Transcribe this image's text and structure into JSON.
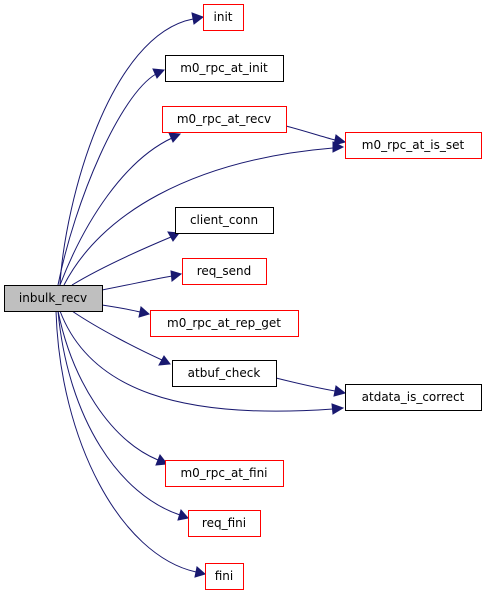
{
  "graph": {
    "root": "inbulk_recv",
    "colors": {
      "edge": "#191970",
      "root_fill": "#bfbfbf",
      "node_fill": "#ffffff",
      "border_black": "#000000",
      "border_red": "#ff0000"
    },
    "nodes": {
      "inbulk_recv": {
        "label": "inbulk_recv",
        "border": "black",
        "root": true
      },
      "init": {
        "label": "init",
        "border": "red"
      },
      "m0_rpc_at_init": {
        "label": "m0_rpc_at_init",
        "border": "black"
      },
      "m0_rpc_at_recv": {
        "label": "m0_rpc_at_recv",
        "border": "red"
      },
      "m0_rpc_at_is_set": {
        "label": "m0_rpc_at_is_set",
        "border": "red"
      },
      "client_conn": {
        "label": "client_conn",
        "border": "black"
      },
      "req_send": {
        "label": "req_send",
        "border": "red"
      },
      "m0_rpc_at_rep_get": {
        "label": "m0_rpc_at_rep_get",
        "border": "red"
      },
      "atbuf_check": {
        "label": "atbuf_check",
        "border": "black"
      },
      "atdata_is_correct": {
        "label": "atdata_is_correct",
        "border": "black"
      },
      "m0_rpc_at_fini": {
        "label": "m0_rpc_at_fini",
        "border": "red"
      },
      "req_fini": {
        "label": "req_fini",
        "border": "red"
      },
      "fini": {
        "label": "fini",
        "border": "red"
      }
    },
    "edges": [
      {
        "from": "inbulk_recv",
        "to": "init"
      },
      {
        "from": "inbulk_recv",
        "to": "m0_rpc_at_init"
      },
      {
        "from": "inbulk_recv",
        "to": "m0_rpc_at_recv"
      },
      {
        "from": "inbulk_recv",
        "to": "m0_rpc_at_is_set"
      },
      {
        "from": "inbulk_recv",
        "to": "client_conn"
      },
      {
        "from": "inbulk_recv",
        "to": "req_send"
      },
      {
        "from": "inbulk_recv",
        "to": "m0_rpc_at_rep_get"
      },
      {
        "from": "inbulk_recv",
        "to": "atbuf_check"
      },
      {
        "from": "inbulk_recv",
        "to": "atdata_is_correct"
      },
      {
        "from": "inbulk_recv",
        "to": "m0_rpc_at_fini"
      },
      {
        "from": "inbulk_recv",
        "to": "req_fini"
      },
      {
        "from": "inbulk_recv",
        "to": "fini"
      },
      {
        "from": "m0_rpc_at_recv",
        "to": "m0_rpc_at_is_set"
      },
      {
        "from": "atbuf_check",
        "to": "atdata_is_correct"
      }
    ]
  }
}
